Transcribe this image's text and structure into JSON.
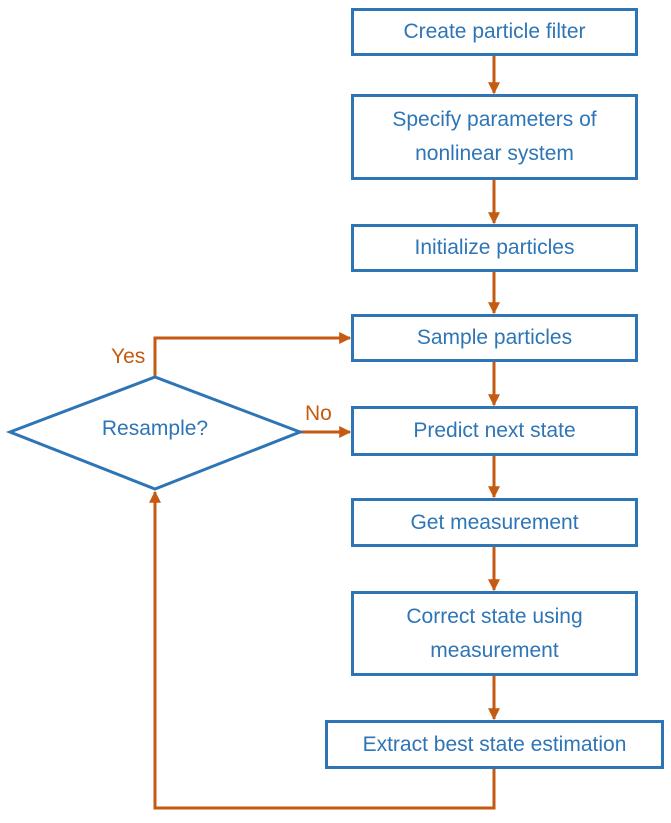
{
  "colors": {
    "box_border": "#2E75B6",
    "text": "#2E75B6",
    "connector": "#C55A11",
    "background": "#FFFFFF"
  },
  "steps": [
    "Create particle filter",
    "Specify parameters of nonlinear system",
    "Initialize particles",
    "Sample particles",
    "Predict next state",
    "Get measurement",
    "Correct state using measurement",
    "Extract best state estimation"
  ],
  "decision": {
    "label": "Resample?",
    "yes_label": "Yes",
    "no_label": "No"
  }
}
